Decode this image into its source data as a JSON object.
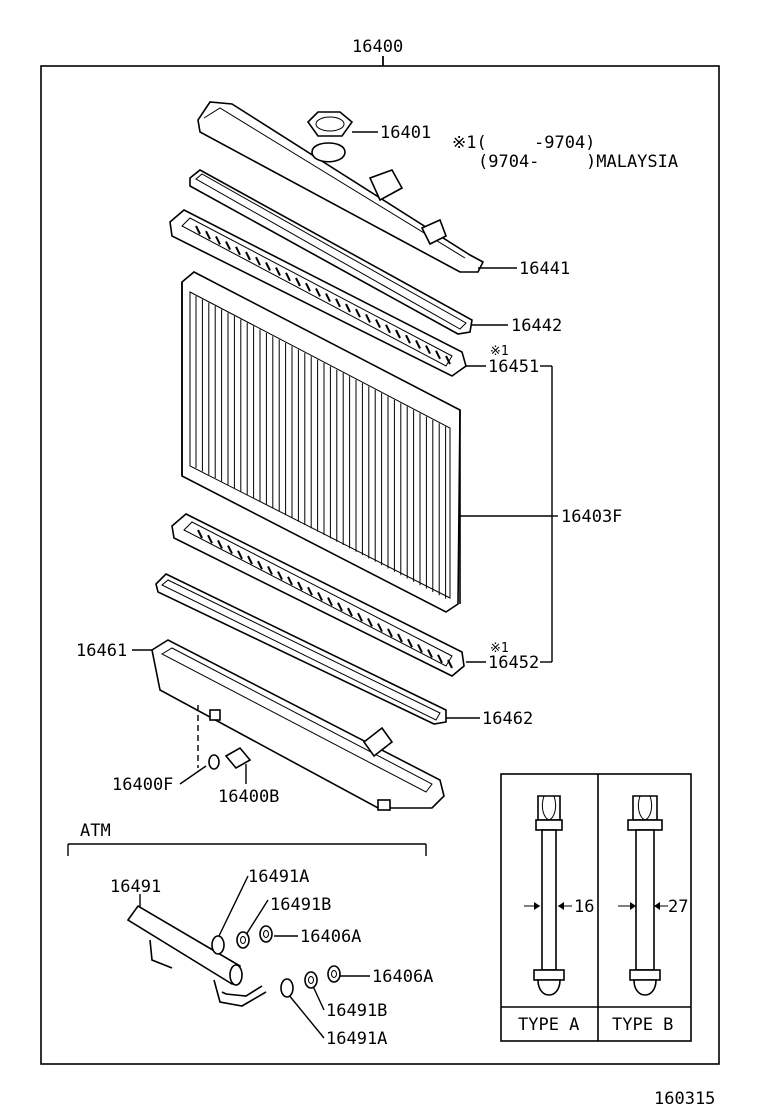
{
  "assembly_number": "16400",
  "notes": {
    "line1_mark": "※1(",
    "line1_end": "-9704)",
    "line2_start": "(9704-",
    "line2_end": ")MALAYSIA"
  },
  "parts": {
    "p16401": "16401",
    "p16441": "16441",
    "p16442": "16442",
    "p16451_mark": "※1",
    "p16451": "16451",
    "p16403F": "16403F",
    "p16452_mark": "※1",
    "p16452": "16452",
    "p16461": "16461",
    "p16462": "16462",
    "p16400F": "16400F",
    "p16400B": "16400B"
  },
  "atm": {
    "title": "ATM",
    "p16491": "16491",
    "p16491A_1": "16491A",
    "p16491B_1": "16491B",
    "p16406A_1": "16406A",
    "p16406A_2": "16406A",
    "p16491B_2": "16491B",
    "p16491A_2": "16491A"
  },
  "types": {
    "type_a_dim": "16",
    "type_b_dim": "27",
    "type_a_label": "TYPE A",
    "type_b_label": "TYPE B"
  },
  "illustration_code": "160315"
}
